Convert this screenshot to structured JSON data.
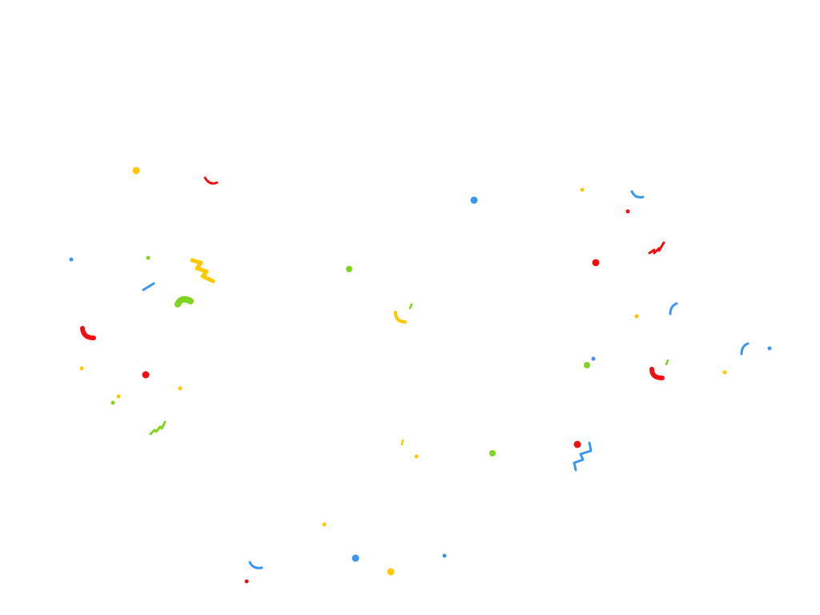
{
  "scene": "confetti-burst",
  "palette": {
    "red": "#ee1111",
    "yellow": "#ffc800",
    "green": "#7fd321",
    "blue": "#3a96ef"
  },
  "particle_shapes": [
    "dot",
    "arc",
    "zigzag",
    "streak",
    "blob"
  ]
}
